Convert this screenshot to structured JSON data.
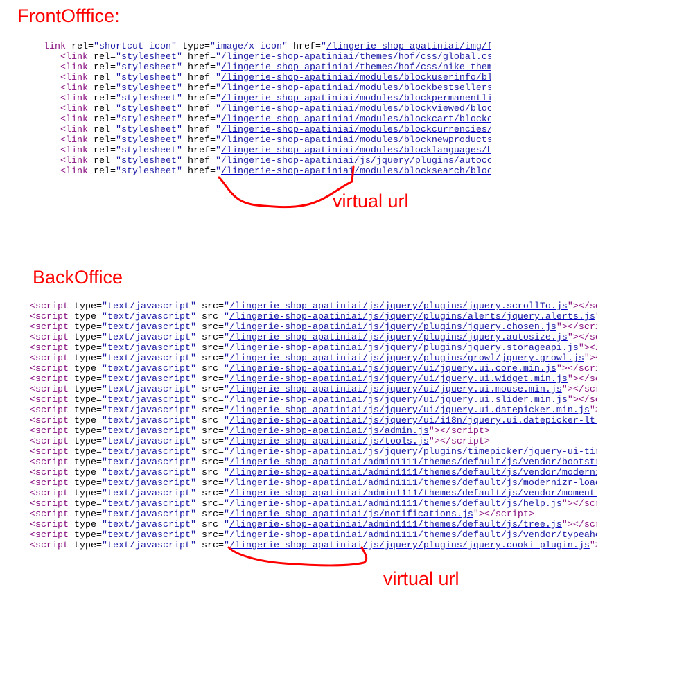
{
  "front": {
    "heading": "FrontOfffice:",
    "annotation": "virtual url",
    "first_line": {
      "tag": "link",
      "rel": "shortcut icon",
      "type": "image/x-icon",
      "href": "/lingerie-shop-apatiniai/img/f"
    },
    "lines": [
      {
        "tag": "<link",
        "rel": "stylesheet",
        "href": "/lingerie-shop-apatiniai/themes/hof/css/global.cs"
      },
      {
        "tag": "<link",
        "rel": "stylesheet",
        "href": "/lingerie-shop-apatiniai/themes/hof/css/nike-them"
      },
      {
        "tag": "<link",
        "rel": "stylesheet",
        "href": "/lingerie-shop-apatiniai/modules/blockuserinfo/bl"
      },
      {
        "tag": "<link",
        "rel": "stylesheet",
        "href": "/lingerie-shop-apatiniai/modules/blockbestsellers"
      },
      {
        "tag": "<link",
        "rel": "stylesheet",
        "href": "/lingerie-shop-apatiniai/modules/blockpermanentli"
      },
      {
        "tag": "<link",
        "rel": "stylesheet",
        "href": "/lingerie-shop-apatiniai/modules/blockviewed/bloc"
      },
      {
        "tag": "<link",
        "rel": "stylesheet",
        "href": "/lingerie-shop-apatiniai/modules/blockcart/blockc"
      },
      {
        "tag": "<link",
        "rel": "stylesheet",
        "href": "/lingerie-shop-apatiniai/modules/blockcurrencies/"
      },
      {
        "tag": "<link",
        "rel": "stylesheet",
        "href": "/lingerie-shop-apatiniai/modules/blocknewproducts"
      },
      {
        "tag": "<link",
        "rel": "stylesheet",
        "href": "/lingerie-shop-apatiniai/modules/blocklanguages/b"
      },
      {
        "tag": "<link",
        "rel": "stylesheet",
        "href": "/lingerie-shop-apatiniai/js/jquery/plugins/autocc"
      },
      {
        "tag": "<link",
        "rel": "stylesheet",
        "href": "/lingerie-shop-apatiniai/modules/blocksearch/bloc"
      }
    ]
  },
  "back": {
    "heading": "BackOffice",
    "annotation": "virtual url",
    "lines": [
      {
        "tag": "<script",
        "type": "text/javascript",
        "src": "/lingerie-shop-apatiniai/js/jquery/plugins/jquery.scrollTo.js",
        "tail": "\"></sc"
      },
      {
        "tag": "<script",
        "type": "text/javascript",
        "src": "/lingerie-shop-apatiniai/js/jquery/plugins/alerts/jquery.alerts.js",
        "tail": "\""
      },
      {
        "tag": "<script",
        "type": "text/javascript",
        "src": "/lingerie-shop-apatiniai/js/jquery/plugins/jquery.chosen.js",
        "tail": "\"></scri"
      },
      {
        "tag": "<script",
        "type": "text/javascript",
        "src": "/lingerie-shop-apatiniai/js/jquery/plugins/jquery.autosize.js",
        "tail": "\"></sc"
      },
      {
        "tag": "<script",
        "type": "text/javascript",
        "src": "/lingerie-shop-apatiniai/js/jquery/plugins/jquery.storageapi.js",
        "tail": "\"></"
      },
      {
        "tag": "<script",
        "type": "text/javascript",
        "src": "/lingerie-shop-apatiniai/js/jquery/plugins/growl/jquery.growl.js",
        "tail": "\"><"
      },
      {
        "tag": "<script",
        "type": "text/javascript",
        "src": "/lingerie-shop-apatiniai/js/jquery/ui/jquery.ui.core.min.js",
        "tail": "\"></scri"
      },
      {
        "tag": "<script",
        "type": "text/javascript",
        "src": "/lingerie-shop-apatiniai/js/jquery/ui/jquery.ui.widget.min.js",
        "tail": "\"></sc"
      },
      {
        "tag": "<script",
        "type": "text/javascript",
        "src": "/lingerie-shop-apatiniai/js/jquery/ui/jquery.ui.mouse.min.js",
        "tail": "\"></scr"
      },
      {
        "tag": "<script",
        "type": "text/javascript",
        "src": "/lingerie-shop-apatiniai/js/jquery/ui/jquery.ui.slider.min.js",
        "tail": "\"></sc"
      },
      {
        "tag": "<script",
        "type": "text/javascript",
        "src": "/lingerie-shop-apatiniai/js/jquery/ui/jquery.ui.datepicker.min.js",
        "tail": "\">"
      },
      {
        "tag": "<script",
        "type": "text/javascript",
        "src": "/lingerie-shop-apatiniai/js/jquery/ui/i18n/jquery.ui.datepicker-lt.",
        "tail": ""
      },
      {
        "tag": "<script",
        "type": "text/javascript",
        "src": "/lingerie-shop-apatiniai/js/admin.js",
        "tail": "\"></script>"
      },
      {
        "tag": "<script",
        "type": "text/javascript",
        "src": "/lingerie-shop-apatiniai/js/tools.js",
        "tail": "\"></script>"
      },
      {
        "tag": "<script",
        "type": "text/javascript",
        "src": "/lingerie-shop-apatiniai/js/jquery/plugins/timepicker/jquery-ui-tir",
        "tail": ""
      },
      {
        "tag": "<script",
        "type": "text/javascript",
        "src": "/lingerie-shop-apatiniai/admin1111/themes/default/js/vendor/bootstr",
        "tail": ""
      },
      {
        "tag": "<script",
        "type": "text/javascript",
        "src": "/lingerie-shop-apatiniai/admin1111/themes/default/js/vendor/moderni",
        "tail": ""
      },
      {
        "tag": "<script",
        "type": "text/javascript",
        "src": "/lingerie-shop-apatiniai/admin1111/themes/default/js/modernizr-load",
        "tail": ""
      },
      {
        "tag": "<script",
        "type": "text/javascript",
        "src": "/lingerie-shop-apatiniai/admin1111/themes/default/js/vendor/moment-",
        "tail": ""
      },
      {
        "tag": "<script",
        "type": "text/javascript",
        "src": "/lingerie-shop-apatiniai/admin1111/themes/default/js/help.js",
        "tail": "\"></scr"
      },
      {
        "tag": "<script",
        "type": "text/javascript",
        "src": "/lingerie-shop-apatiniai/js/notifications.js",
        "tail": "\"></script>"
      },
      {
        "tag": "<script",
        "type": "text/javascript",
        "src": "/lingerie-shop-apatiniai/admin1111/themes/default/js/tree.js",
        "tail": "\"></scr"
      },
      {
        "tag": "<script",
        "type": "text/javascript",
        "src": "/lingerie-shop-apatiniai/admin1111/themes/default/js/vendor/typeahe",
        "tail": ""
      },
      {
        "tag": "<script",
        "type": "text/javascript",
        "src": "/lingerie-shop-apatiniai/js/jquery/plugins/jquery.cooki-plugin.js",
        "tail": "\">"
      }
    ]
  },
  "colors": {
    "annotation": "#ff0000",
    "tag": "#881280",
    "value": "#1a1aa6",
    "link_underline": "#0000cc"
  }
}
